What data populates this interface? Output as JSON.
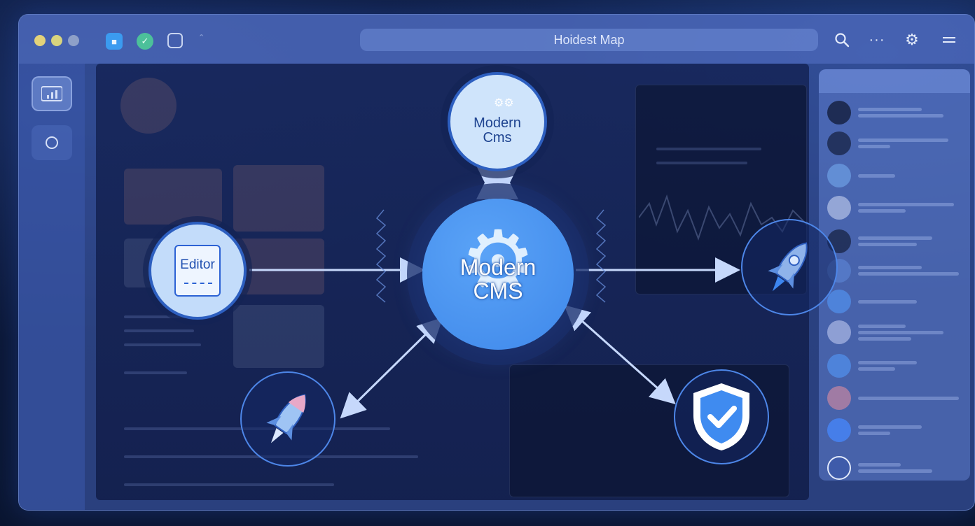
{
  "window": {
    "title": "Hoidest Map"
  },
  "titlebar": {
    "icons": [
      "app-home-icon",
      "check-badge-icon",
      "document-icon"
    ],
    "right_icons": [
      "search-icon",
      "more-icon",
      "gear-icon",
      "menu-icon"
    ]
  },
  "diagram": {
    "center": {
      "label_line1": "Modern",
      "label_line2": "CMS"
    },
    "top": {
      "label_line1": "Modern",
      "label_line2": "Cms"
    },
    "left": {
      "label": "Editor"
    },
    "nodes": [
      "rocket-icon",
      "rocket-icon",
      "shield-check-icon"
    ]
  },
  "colors": {
    "background": "#0b1634",
    "accent": "#4a90ec",
    "node_light": "#cfe4fb"
  }
}
